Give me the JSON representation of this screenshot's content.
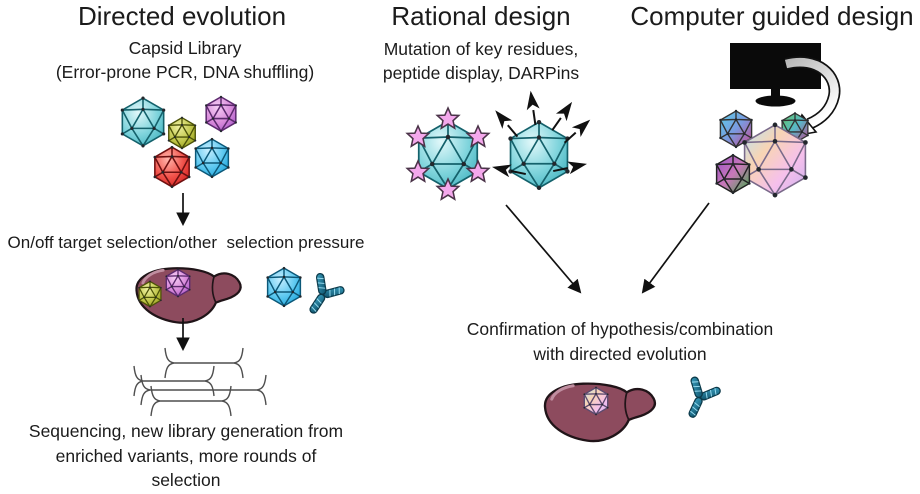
{
  "figure": {
    "background": "#ffffff",
    "type": "scientific-diagram",
    "topic": "AAV capsid engineering strategies"
  },
  "columns": {
    "directed_evolution": {
      "title": "Directed evolution",
      "subtitle_lines": [
        "Capsid Library",
        "(Error-prone PCR, DNA shuffling)"
      ],
      "selection_label": "On/off target selection/other  selection pressure",
      "result_lines": [
        "Sequencing, new library generation from",
        "enriched variants, more rounds of",
        "selection"
      ]
    },
    "rational_design": {
      "title": "Rational design",
      "subtitle_lines": [
        "Mutation of key residues,",
        "peptide display, DARPins"
      ]
    },
    "computer_guided_design": {
      "title": "Computer guided design"
    }
  },
  "confirmation": {
    "lines": [
      "Confirmation of hypothesis/combination",
      "with directed evolution"
    ]
  },
  "colors": {
    "text": "#1b1b1b",
    "capsid_teal": "#52c2cc",
    "capsid_olive": "#a8ae28",
    "capsid_purple": "#c06ad0",
    "capsid_red": "#e42a2a",
    "capsid_blue": "#28b4e4",
    "capsid_multicolor": [
      "#b8e4f6",
      "#f6c8ec",
      "#f8d4b4",
      "#cbb1ee"
    ],
    "liver": "#8d4b5e",
    "antibody_teal": "#16607e",
    "star_pink": "#f4a8ec",
    "monitor_black": "#0a0a0a",
    "arrow_black": "#111111",
    "swoosh_gray": "#bfbfbf",
    "dna_trace_gray": "#4f4f4f"
  },
  "icons": {
    "capsid": "icosahedron-wireframe",
    "liver": "liver-silhouette",
    "antibody": "y-shaped-antibody",
    "monitor": "computer-monitor",
    "star": "five-point-star",
    "peptide": "black-dart",
    "dna_fragment": "flared-line-trace",
    "arrow": "straight-black-arrow",
    "curved_arrow": "gray-swoosh-arrow"
  }
}
